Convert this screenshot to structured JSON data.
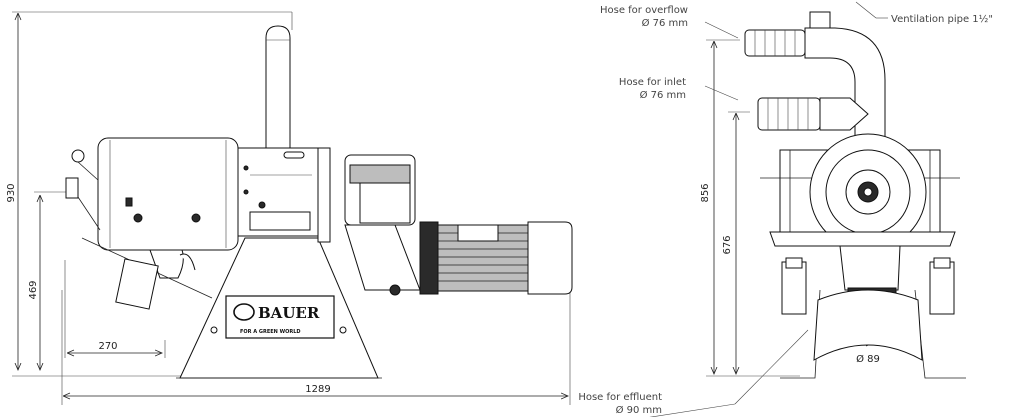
{
  "brand": {
    "name": "BAUER",
    "tagline": "FOR A GREEN WORLD"
  },
  "dimensions": {
    "overall_height": "930",
    "inlet_height": "469",
    "offset": "270",
    "overall_length": "1289",
    "side_height": "856",
    "inlet_side_height": "676",
    "effluent_diameter": "Ø 89"
  },
  "labels": {
    "overflow_line1": "Hose for overflow",
    "overflow_line2": "Ø 76 mm",
    "inlet_line1": "Hose for inlet",
    "inlet_line2": "Ø 76 mm",
    "ventilation": "Ventilation pipe 1½\"",
    "effluent_line1": "Hose for effluent",
    "effluent_line2": "Ø 90 mm"
  }
}
